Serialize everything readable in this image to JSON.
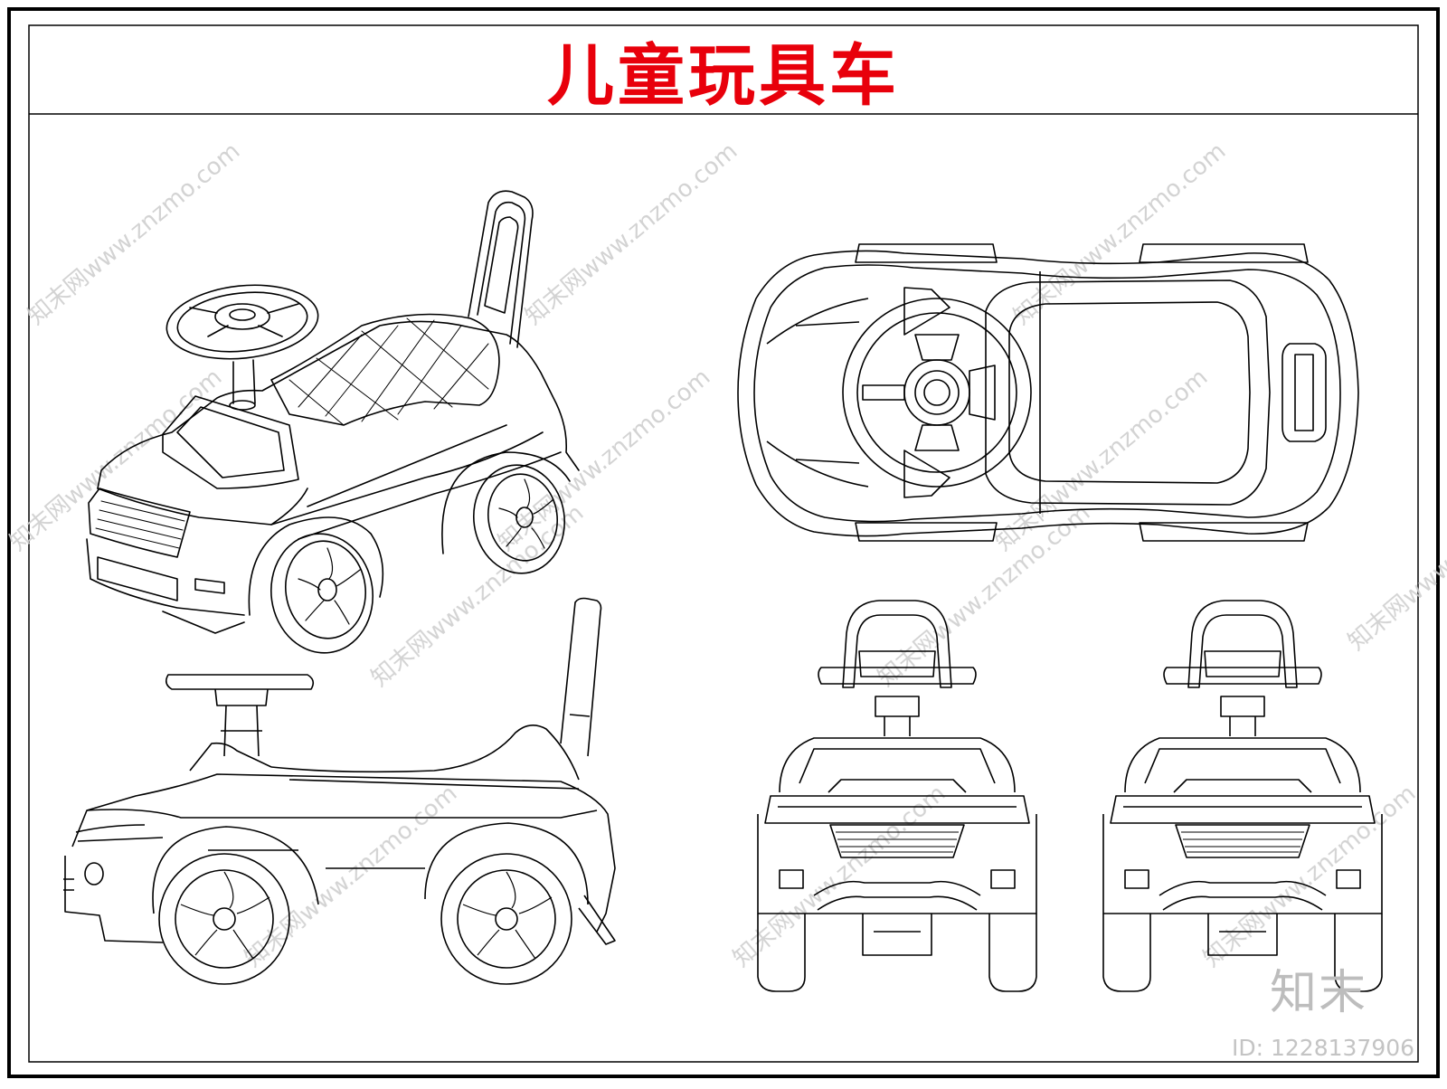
{
  "title": "儿童玩具车",
  "watermark": {
    "text": "知末网www.znzmo.com",
    "logo": "知末",
    "id_label": "ID: 1228137906",
    "color": "#cfcfcf"
  },
  "colors": {
    "title": "#e8000b",
    "line": "#000000",
    "background": "#ffffff"
  },
  "views": [
    {
      "name": "perspective-view"
    },
    {
      "name": "top-view"
    },
    {
      "name": "side-view"
    },
    {
      "name": "front-view"
    },
    {
      "name": "rear-view"
    }
  ]
}
